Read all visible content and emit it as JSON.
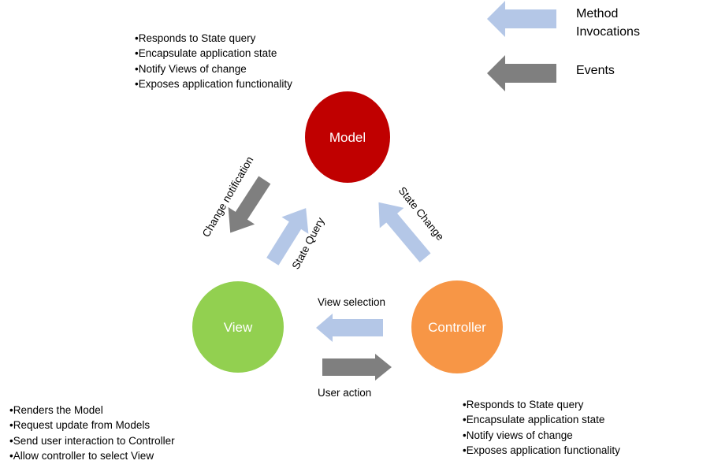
{
  "legend": {
    "method_invocations": "Method\nInvocations",
    "events": "Events",
    "method_color": "#b4c7e7",
    "event_color": "#7f7f7f"
  },
  "nodes": {
    "model": {
      "label": "Model",
      "color": "#c00000"
    },
    "view": {
      "label": "View",
      "color": "#92d050"
    },
    "controller": {
      "label": "Controller",
      "color": "#f79646"
    }
  },
  "arrows": {
    "change_notification": "Change notification",
    "state_query": "State Query",
    "state_change": "State Change",
    "view_selection": "View selection",
    "user_action": "User action"
  },
  "model_notes": [
    "Responds to State query",
    "Encapsulate application state",
    "Notify Views of change",
    "Exposes application functionality"
  ],
  "view_notes": [
    "Renders the Model",
    "Request update from Models",
    "Send user interaction to Controller",
    "Allow controller to select View"
  ],
  "controller_notes": [
    "Responds to State query",
    "Encapsulate application state",
    "Notify views of change",
    "Exposes application functionality"
  ]
}
